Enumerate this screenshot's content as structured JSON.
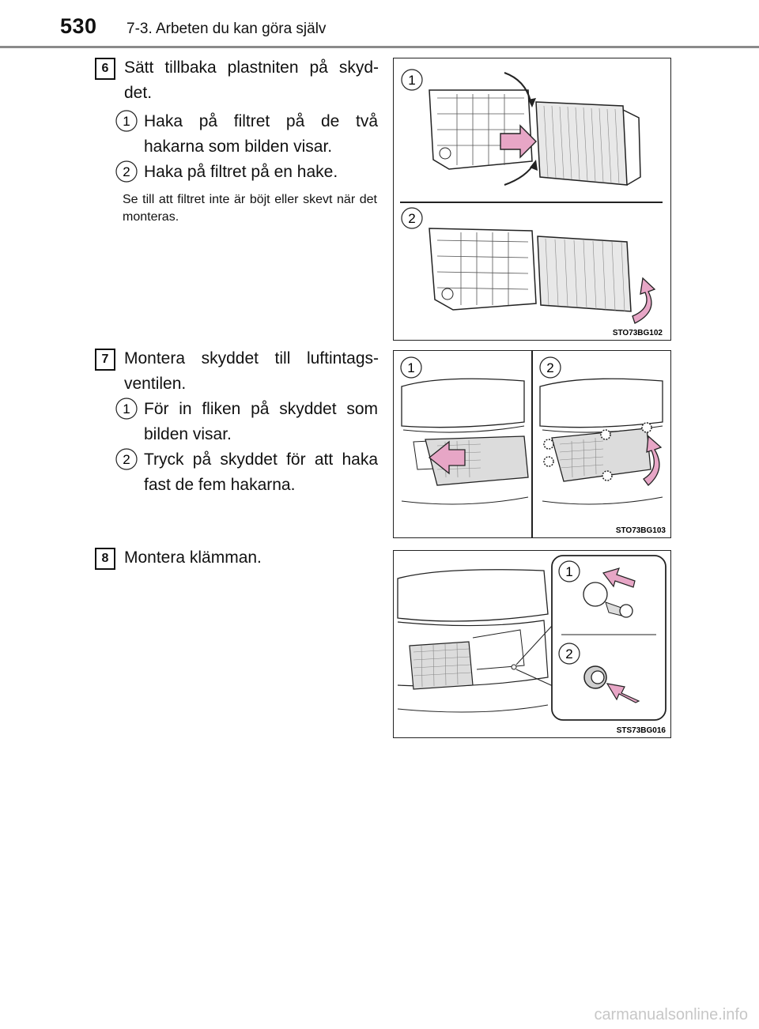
{
  "header": {
    "page_number": "530",
    "section_title": "7-3. Arbeten du kan göra själv"
  },
  "steps": [
    {
      "number": "6",
      "text": "Sätt tillbaka plastniten på skyd-det.",
      "substeps": [
        {
          "marker": "1",
          "text": "Haka på filtret på de två hakarna som bilden visar."
        },
        {
          "marker": "2",
          "text": "Haka på filtret på en hake."
        }
      ],
      "note": "Se till att filtret inte är böjt eller skevt när det monteras.",
      "figure": {
        "code": "STO73BG102",
        "labels": [
          "1",
          "2"
        ]
      }
    },
    {
      "number": "7",
      "text": "Montera skyddet till luftintags-ventilen.",
      "substeps": [
        {
          "marker": "1",
          "text": "För in fliken på skyddet som bilden visar."
        },
        {
          "marker": "2",
          "text": "Tryck på skyddet för att haka fast de fem hakarna."
        }
      ],
      "figure": {
        "code": "STO73BG103",
        "labels": [
          "1",
          "2"
        ]
      }
    },
    {
      "number": "8",
      "text": "Montera klämman.",
      "figure": {
        "code": "STS73BG016",
        "labels": [
          "1",
          "2"
        ]
      }
    }
  ],
  "watermark": "carmanualsonline.info",
  "colors": {
    "arrow_fill": "#e7a6c6",
    "arrow_stroke": "#222222",
    "rule": "#8a8a8a"
  }
}
